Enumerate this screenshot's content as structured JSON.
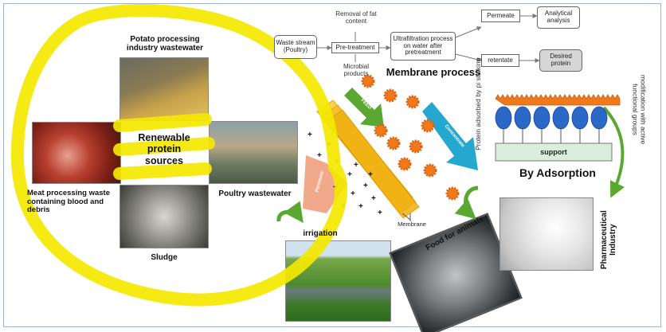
{
  "center": {
    "label": "Renewable protein sources"
  },
  "sources": {
    "potato": "Potato processing industry wastewater",
    "meat": "Meat processing waste containing blood and debris",
    "poultry": "Poultry wastewater",
    "sludge": "Sludge"
  },
  "flow": {
    "waste_stream": "Waste stream (Poultry)",
    "pretreatment": "Pre-treatment",
    "fat_removal": "Removal of fat content",
    "microbial": "Microbial products",
    "ultrafiltration": "Ultrafiltration process on water after pretreatment",
    "permeate": "Permeate",
    "analytical": "Analytical analysis",
    "retentate": "retentate",
    "desired_protein": "Desired protein"
  },
  "membrane": {
    "title": "Membrane process",
    "feed": "FEED",
    "permeate_arrow": "Permeate",
    "concentrate": "Concentrate",
    "membrane_label": "Membrane"
  },
  "adsorption": {
    "title": "By Adsorption",
    "support": "support",
    "stacking": "Protein adsorbed by pi stalking",
    "modification": "modification with active functional groups"
  },
  "uses": {
    "irrigation": "irrigation",
    "food_animals": "Food for animals",
    "pharma": "Pharmaceutical Industry"
  },
  "colors": {
    "highlight": "#f4e800",
    "feed_arrow": "#5aa832",
    "concentrate_arrow": "#24a8cf",
    "permeate_arrow": "#f0a080",
    "protein_blob": "#f07a1a",
    "adsorbed_protein": "#2a68c8",
    "support_fill": "#d9eedb",
    "membrane_stack": "#f4b800"
  }
}
